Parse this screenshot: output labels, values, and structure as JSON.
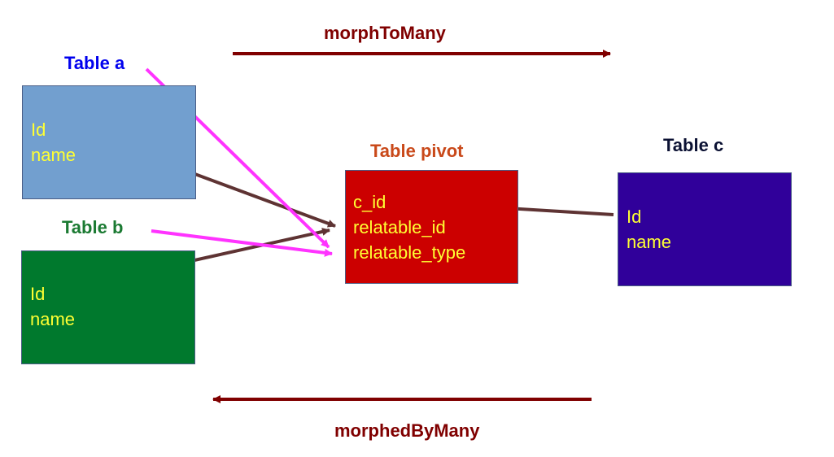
{
  "colors": {
    "table_a_fill": "#729fcf",
    "table_b_fill": "#00792d",
    "pivot_fill": "#cc0000",
    "table_c_fill": "#30009a",
    "field_text": "#ffff33",
    "relation_arrow": "#800000",
    "link_arrow": "#5e3333",
    "poly_arrow": "#ff33ff",
    "label_a": "#0000ee",
    "label_b": "#1b7a32",
    "label_pivot": "#c9491a",
    "label_c": "#0b1133",
    "label_relation": "#800000"
  },
  "relations": {
    "forward": "morphToMany",
    "reverse": "morphedByMany"
  },
  "tables": {
    "a": {
      "title": "Table a",
      "fields": [
        "Id",
        "name"
      ]
    },
    "b": {
      "title": "Table b",
      "fields": [
        "Id",
        "name"
      ]
    },
    "pivot": {
      "title": "Table pivot",
      "fields": [
        "c_id",
        "relatable_id",
        "relatable_type"
      ]
    },
    "c": {
      "title": "Table c",
      "fields": [
        "Id",
        "name"
      ]
    }
  }
}
